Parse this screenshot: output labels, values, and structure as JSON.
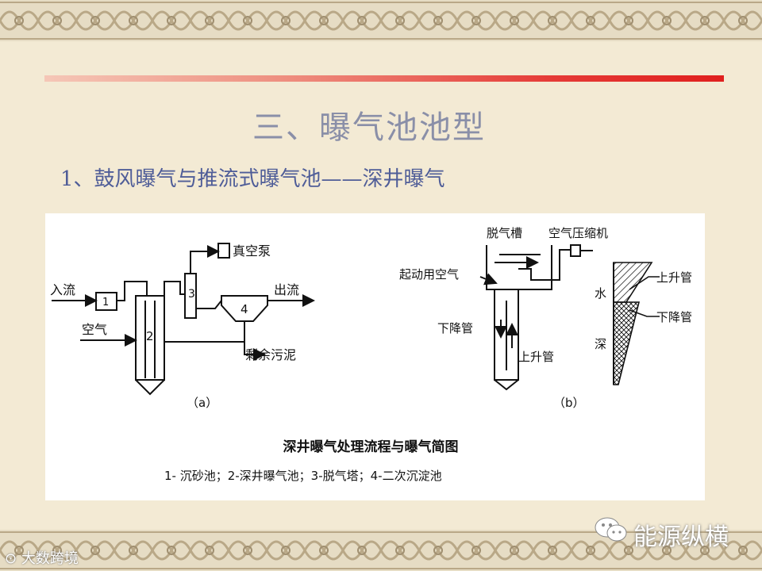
{
  "slide": {
    "title": "三、曝气池池型",
    "subtitle": "1、鼓风曝气与推流式曝气池——深井曝气"
  },
  "figure": {
    "labels": {
      "inflow": "入流",
      "air": "空气",
      "vacuum_pump": "真空泵",
      "outflow": "出流",
      "excess_sludge": "剩余污泥",
      "unit1": "1",
      "unit2": "2",
      "unit3": "3",
      "unit4": "4",
      "panel_a": "（a）",
      "degassing_tank": "脱气槽",
      "air_compressor": "空气压缩机",
      "startup_air": "起动用空气",
      "downcomer": "下降管",
      "riser_b": "上升管",
      "panel_b": "（b）",
      "depth_water": "水",
      "depth_deep": "深",
      "legend_riser": "上升管",
      "legend_downcomer": "下降管"
    },
    "caption": "深井曝气处理流程与曝气简图",
    "legend_text": "1- 沉砂池；2-深井曝气池；3-脱气塔；4-二次沉淀池"
  },
  "watermarks": {
    "left": "大数跨境",
    "right": "能源纵横"
  },
  "colors": {
    "background": "#f3ead4",
    "accent": "#e0201e",
    "title": "#8a8fa8",
    "subtitle": "#4f5d98",
    "border": "#c9b99a"
  },
  "icons": [
    "wechat-icon",
    "logo-icon"
  ]
}
